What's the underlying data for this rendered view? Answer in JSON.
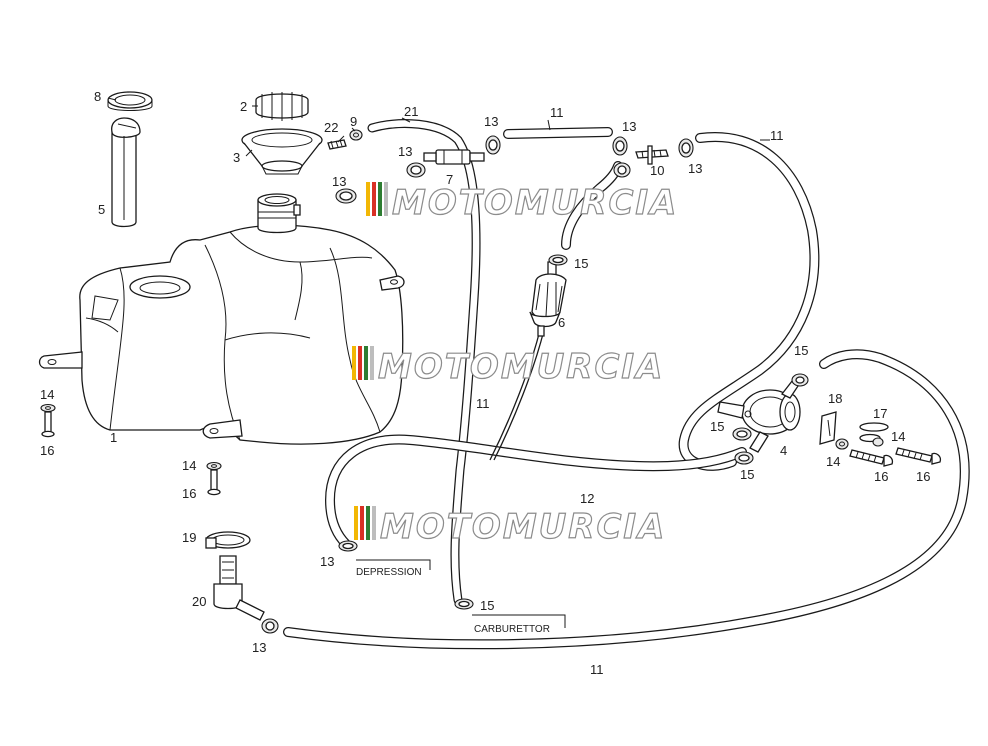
{
  "watermark": {
    "text": "MOTOMURCIA",
    "stripe_colors": [
      "#f2b705",
      "#d93025",
      "#2e7d32",
      "#bdbdbd"
    ]
  },
  "notes": {
    "depression": "DEPRESSION",
    "carburettor": "CARBURETTOR"
  },
  "labels": [
    {
      "id": "1",
      "text": "1"
    },
    {
      "id": "2",
      "text": "2"
    },
    {
      "id": "3",
      "text": "3"
    },
    {
      "id": "4",
      "text": "4"
    },
    {
      "id": "5",
      "text": "5"
    },
    {
      "id": "6",
      "text": "6"
    },
    {
      "id": "7",
      "text": "7"
    },
    {
      "id": "8",
      "text": "8"
    },
    {
      "id": "9",
      "text": "9"
    },
    {
      "id": "10",
      "text": "10"
    },
    {
      "id": "11a",
      "text": "11"
    },
    {
      "id": "11b",
      "text": "11"
    },
    {
      "id": "11c",
      "text": "11"
    },
    {
      "id": "11d",
      "text": "11"
    },
    {
      "id": "12",
      "text": "12"
    },
    {
      "id": "13a",
      "text": "13"
    },
    {
      "id": "13b",
      "text": "13"
    },
    {
      "id": "13c",
      "text": "13"
    },
    {
      "id": "13d",
      "text": "13"
    },
    {
      "id": "13e",
      "text": "13"
    },
    {
      "id": "13f",
      "text": "13"
    },
    {
      "id": "14a",
      "text": "14"
    },
    {
      "id": "14b",
      "text": "14"
    },
    {
      "id": "14c",
      "text": "14"
    },
    {
      "id": "14d",
      "text": "14"
    },
    {
      "id": "15a",
      "text": "15"
    },
    {
      "id": "15b",
      "text": "15"
    },
    {
      "id": "15c",
      "text": "15"
    },
    {
      "id": "15d",
      "text": "15"
    },
    {
      "id": "15e",
      "text": "15"
    },
    {
      "id": "16a",
      "text": "16"
    },
    {
      "id": "16b",
      "text": "16"
    },
    {
      "id": "16c",
      "text": "16"
    },
    {
      "id": "16d",
      "text": "16"
    },
    {
      "id": "17",
      "text": "17"
    },
    {
      "id": "18",
      "text": "18"
    },
    {
      "id": "19",
      "text": "19"
    },
    {
      "id": "20",
      "text": "20"
    },
    {
      "id": "21",
      "text": "21"
    },
    {
      "id": "22",
      "text": "22"
    }
  ]
}
